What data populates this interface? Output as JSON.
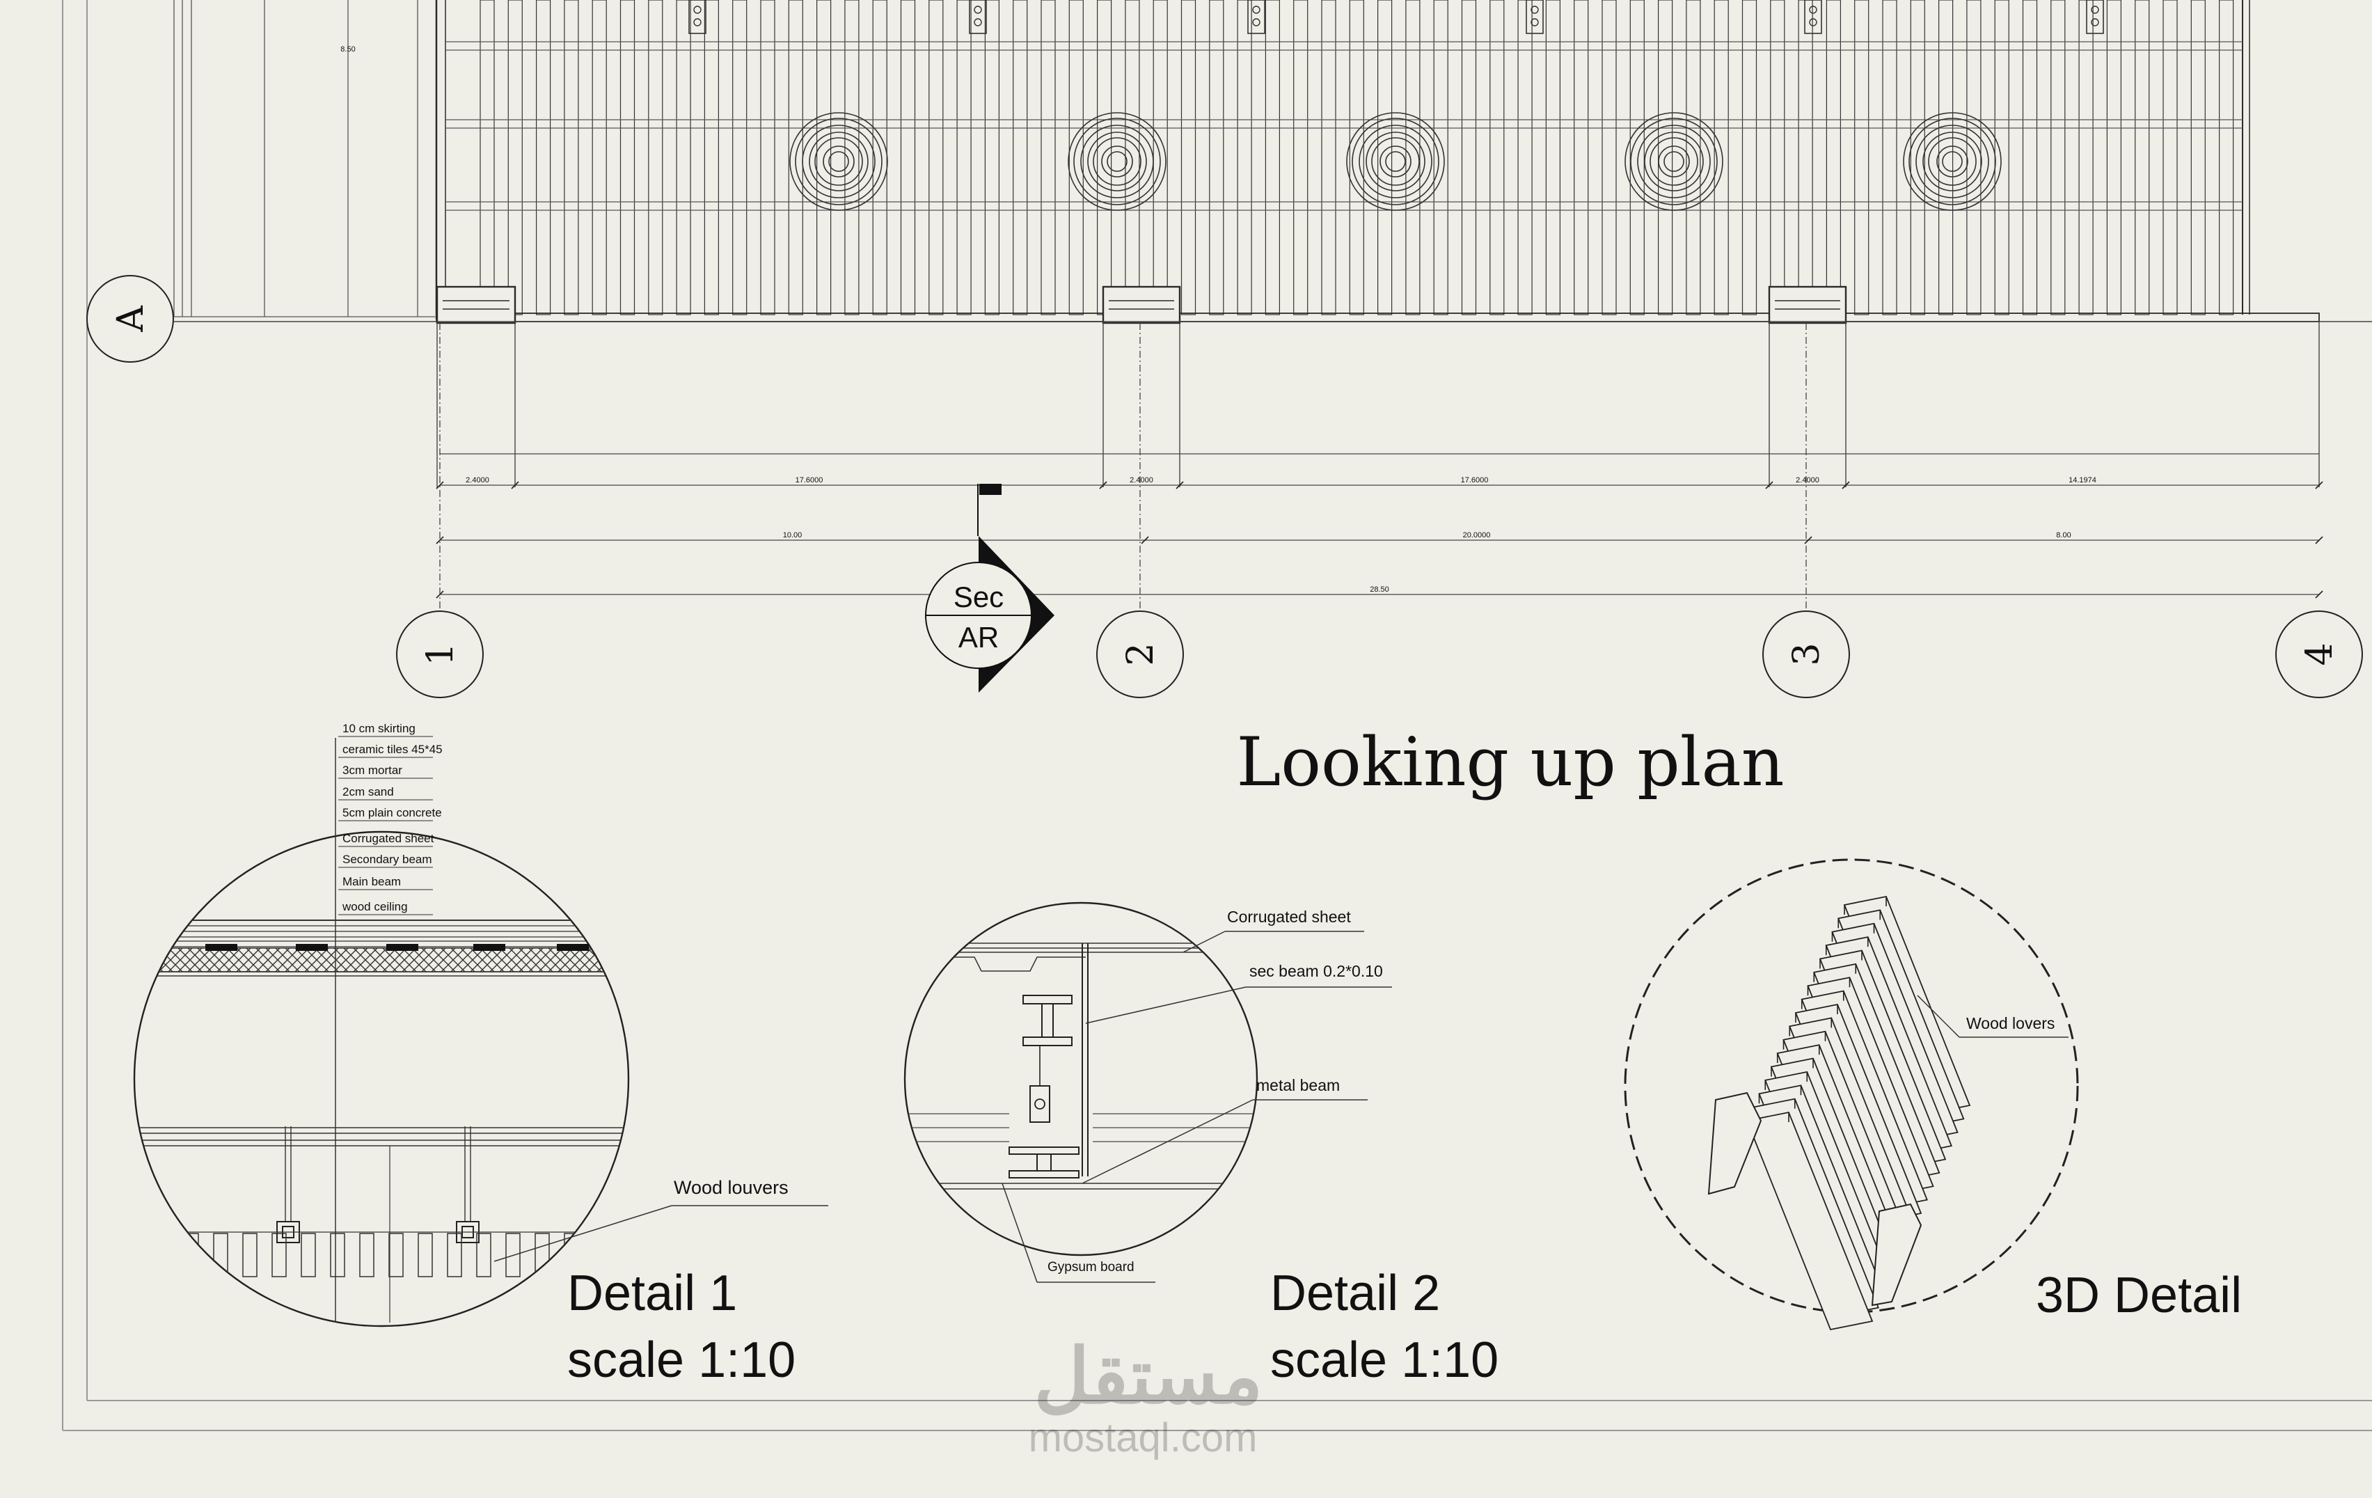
{
  "plan": {
    "title": "Looking up plan",
    "grid_row": "A",
    "grid_columns": [
      "1",
      "2",
      "3",
      "4"
    ],
    "top_dim": "8.50",
    "dims_row1": [
      "2.4000",
      "17.6000",
      "2.4000",
      "17.6000",
      "2.4000",
      "14.1974"
    ],
    "dims_row2": [
      "10.00",
      "20.0000",
      "8.00"
    ],
    "dim_total": "28.50",
    "section_top": "Sec",
    "section_bottom": "AR"
  },
  "detail1": {
    "layers": [
      "10 cm skirting",
      "ceramic tiles 45*45",
      "3cm mortar",
      "2cm sand",
      "5cm plain concrete",
      "Corrugated sheet",
      "Secondary beam",
      "Main beam",
      "wood ceiling"
    ],
    "callout": "Wood louvers",
    "title": "Detail 1",
    "scale": "scale 1:10"
  },
  "detail2": {
    "labels": [
      "Corrugated sheet",
      "sec beam 0.2*0.10",
      "metal beam",
      "Gypsum board"
    ],
    "title": "Detail 2",
    "scale": "scale 1:10"
  },
  "detail3d": {
    "label": "Wood lovers",
    "title": "3D Detail"
  },
  "watermark": {
    "arabic": "مستقل",
    "site": "mostaql.com"
  }
}
